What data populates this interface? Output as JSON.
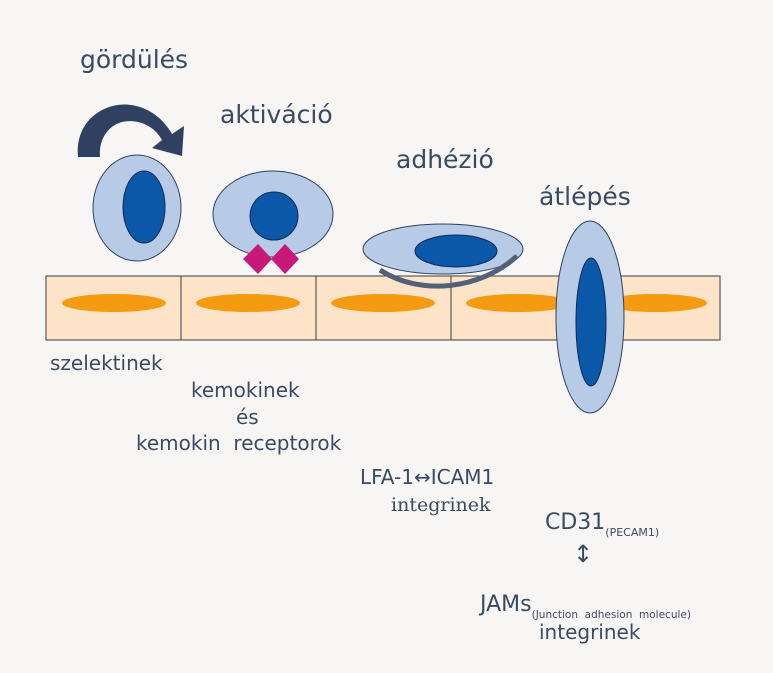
{
  "stages": {
    "rolling": "gördülés",
    "activation": "aktiváció",
    "adhesion": "adhézió",
    "transmigration": "átlépés"
  },
  "molecules": {
    "selectins": "szelektinek",
    "chemokines_line1": "kemokinek",
    "chemokines_line2": "és",
    "chemokines_line3": "kemokin  receptorok",
    "lfa_icam": "LFA-1↔ICAM1",
    "integrins_1": "integrinek",
    "cd31": "CD31",
    "cd31_sub": "(PECAM1)",
    "double_arrow": "↕",
    "jams": "JAMs",
    "jams_sub": "(Junction  adhesion  molecule)",
    "integrins_2": "integrinek"
  },
  "colors": {
    "background": "#f7f6f5",
    "text": "#3b4a63",
    "cell_outer": "#b7cae6",
    "cell_nucleus": "#0b57a8",
    "endothelium_fill": "#fde4c8",
    "endothelium_nucleus": "#f59b12",
    "receptor": "#c8187a",
    "arrow": "#2f4060"
  }
}
